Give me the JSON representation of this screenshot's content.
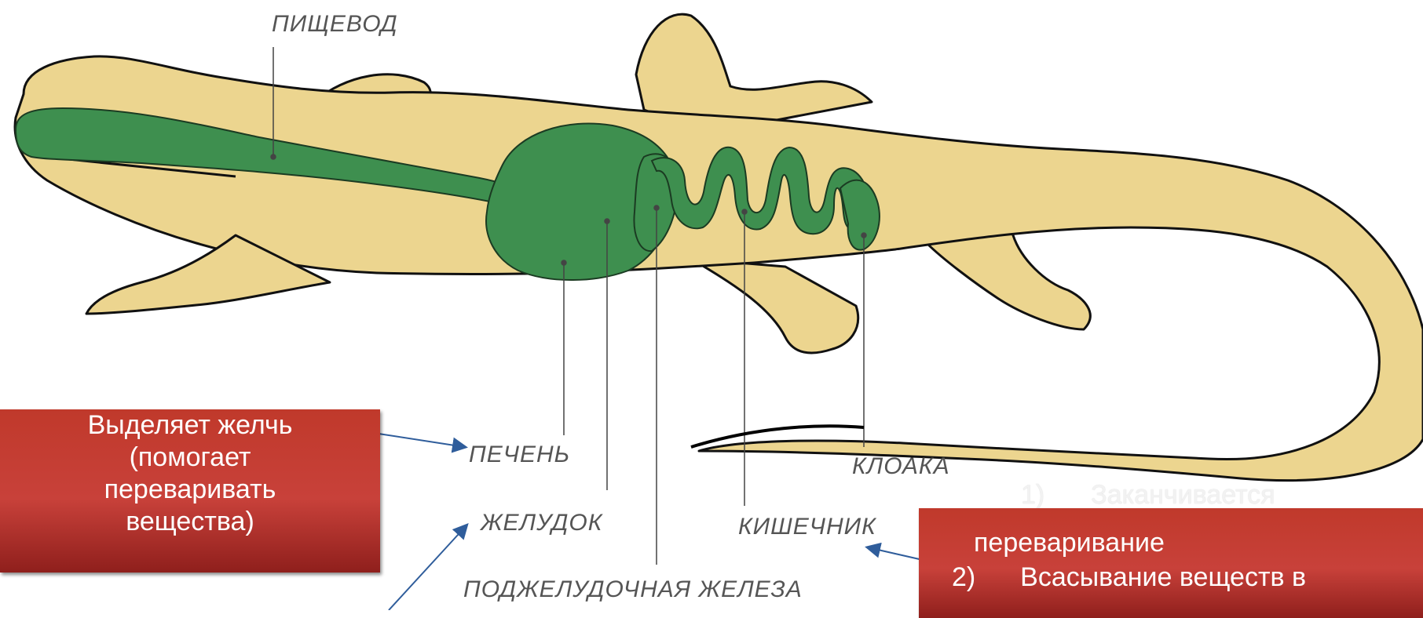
{
  "labels": {
    "esophagus": "ПИЩЕВОД",
    "liver": "ПЕЧЕНЬ",
    "stomach": "ЖЕЛУДОК",
    "pancreas": "ПОДЖЕЛУДОЧНАЯ ЖЕЛЕЗА",
    "intestine": "КИШЕЧНИК",
    "cloaca": "КЛОАКА"
  },
  "callouts": {
    "liver_note": [
      "Выделяет желчь",
      "(помогает",
      "переваривать",
      "вещества)"
    ],
    "intestine_note": {
      "item1_num": "1)",
      "item1_text": "Заканчивается",
      "item1_cont": "переваривание",
      "item2_num": "2)",
      "item2_text": "Всасывание веществ в"
    }
  },
  "colors": {
    "body": "#ecd58f",
    "digestive": "#3e8f4f",
    "callout": "#c0392b"
  }
}
